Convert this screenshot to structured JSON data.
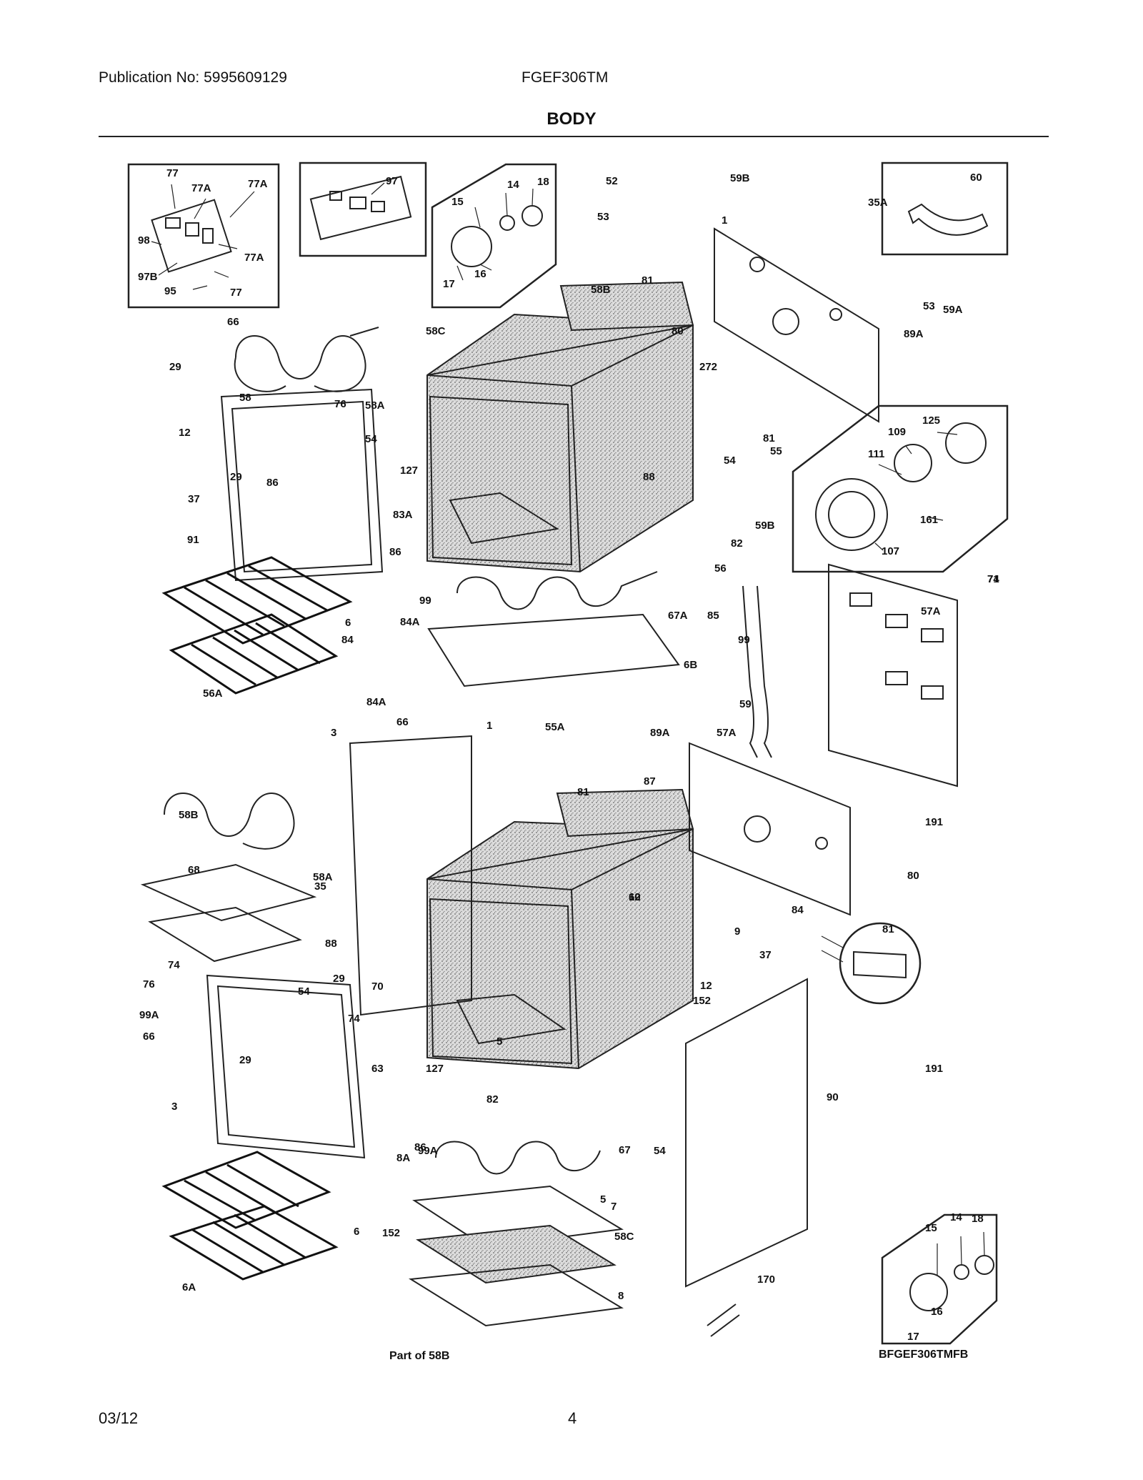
{
  "header": {
    "publication": "Publication No: 5995609129",
    "model": "FGEF306TM",
    "title": "BODY"
  },
  "footer": {
    "date": "03/12",
    "page": "4"
  },
  "diagram": {
    "drawing_id": "BFGEF306TMFB",
    "part_of_note": "Part of 58B",
    "callouts": [
      "77",
      "77A",
      "77A",
      "98",
      "77A",
      "97B",
      "95",
      "77",
      "97",
      "15",
      "14",
      "18",
      "17",
      "16",
      "52",
      "59B",
      "35A",
      "60",
      "53",
      "59A",
      "1",
      "53",
      "89A",
      "58B",
      "81",
      "66",
      "58C",
      "80",
      "272",
      "29",
      "58",
      "76",
      "58A",
      "12",
      "54",
      "81",
      "55",
      "125",
      "109",
      "111",
      "127",
      "86",
      "29",
      "88",
      "161",
      "37",
      "83A",
      "54",
      "91",
      "86",
      "107",
      "82",
      "59B",
      "99",
      "56",
      "6",
      "84A",
      "67A",
      "99",
      "85",
      "84",
      "6B",
      "56A",
      "84A",
      "59",
      "55A",
      "57A",
      "71",
      "57A",
      "74",
      "66",
      "3",
      "1",
      "89A",
      "58B",
      "81",
      "68",
      "58A",
      "191",
      "87",
      "80",
      "35",
      "10",
      "88",
      "84",
      "62",
      "81",
      "9",
      "74",
      "37",
      "29",
      "76",
      "54",
      "70",
      "12",
      "99A",
      "74",
      "152",
      "66",
      "29",
      "5",
      "63",
      "191",
      "127",
      "82",
      "3",
      "90",
      "8A",
      "86",
      "67",
      "99A",
      "54",
      "5",
      "14",
      "18",
      "15",
      "7",
      "6",
      "152",
      "58C",
      "16",
      "17",
      "170",
      "6A",
      "8"
    ]
  },
  "colors": {
    "ink": "#222222",
    "paper": "#ffffff"
  }
}
